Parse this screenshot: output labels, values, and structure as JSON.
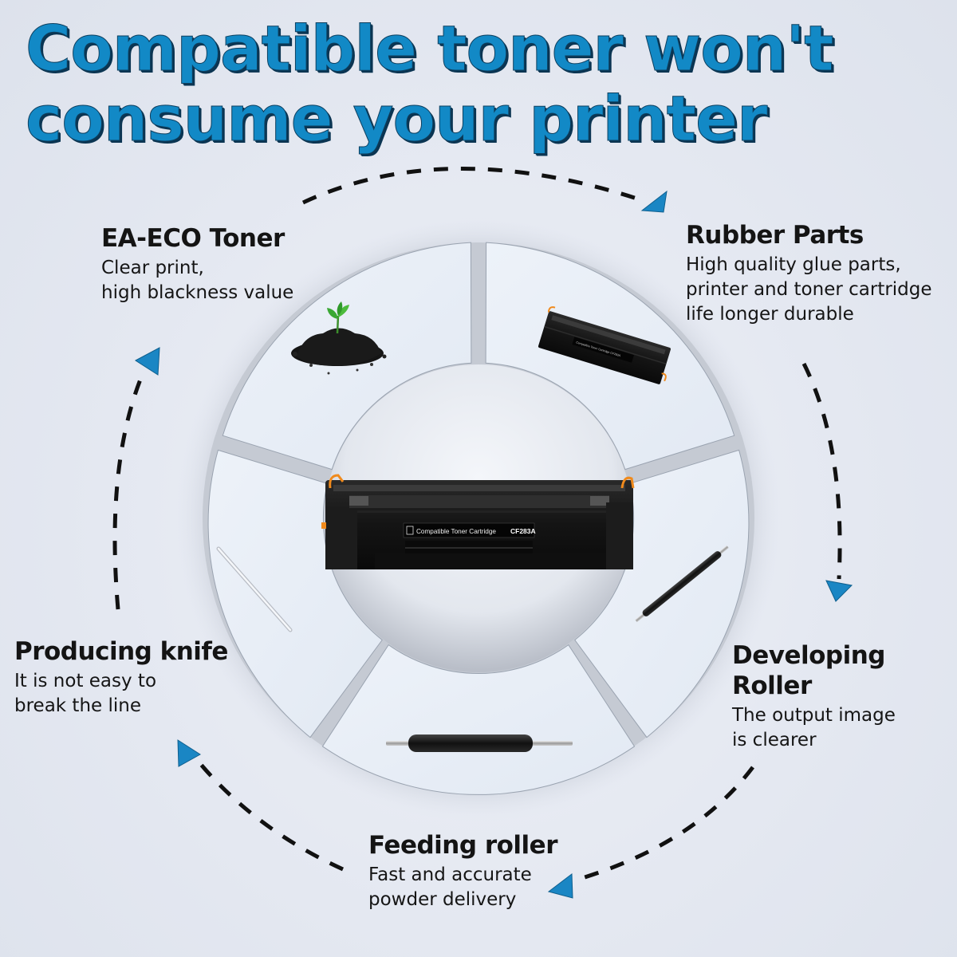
{
  "headline": {
    "line1": "Compatible toner won't",
    "line2": "consume your printer",
    "color": "#1289c6"
  },
  "center_product": {
    "name": "toner-cartridge",
    "label_text": "Compatible Toner Cartridge",
    "model": "CF283A"
  },
  "features": [
    {
      "title": "EA-ECO Toner",
      "desc": [
        "Clear print,",
        "high blackness value"
      ],
      "image": "toner-powder-with-sprout"
    },
    {
      "title": "Rubber Parts",
      "desc": [
        "High quality glue parts,",
        "printer and toner cartridge",
        "life longer durable"
      ],
      "image": "toner-cartridge-small"
    },
    {
      "title": "Developing Roller",
      "desc": [
        "The output image",
        "is clearer"
      ],
      "image": "developing-roller"
    },
    {
      "title": "Feeding roller",
      "desc": [
        "Fast and accurate",
        "powder delivery"
      ],
      "image": "feeding-roller"
    },
    {
      "title": "Producing knife",
      "desc": [
        "It is not easy to",
        "break the line"
      ],
      "image": "producing-knife"
    }
  ],
  "colors": {
    "arrow": "#1a86c4",
    "dash": "#111111",
    "segment": "#e8eef7",
    "accent_orange": "#f08a1c"
  }
}
